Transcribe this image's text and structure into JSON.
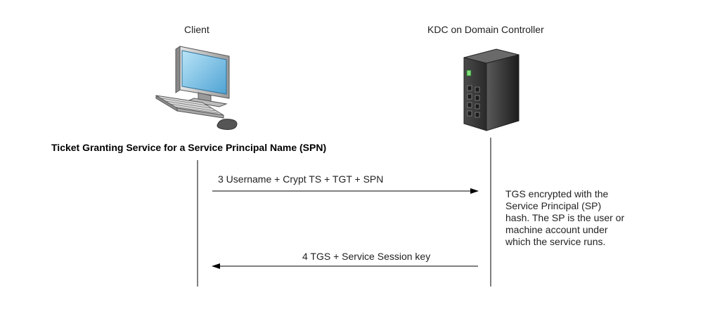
{
  "participants": {
    "client": "Client",
    "kdc": "KDC on Domain Controller"
  },
  "section_title": "Ticket Granting Service for a Service Principal Name (SPN)",
  "messages": {
    "msg3": "3 Username + Crypt TS + TGT + SPN",
    "msg4": "4  TGS + Service Session key"
  },
  "note": {
    "lines": [
      "TGS encrypted with the",
      "Service Principal (SP)",
      "hash. The SP is the user or",
      "machine account under",
      "which the service runs."
    ]
  },
  "icons": {
    "client": "desktop-computer-icon",
    "kdc": "server-tower-icon"
  },
  "colors": {
    "line": "#000000",
    "screen": "#7ec3e8",
    "server_body": "#3a3a3a",
    "server_led": "#7fe27a"
  }
}
